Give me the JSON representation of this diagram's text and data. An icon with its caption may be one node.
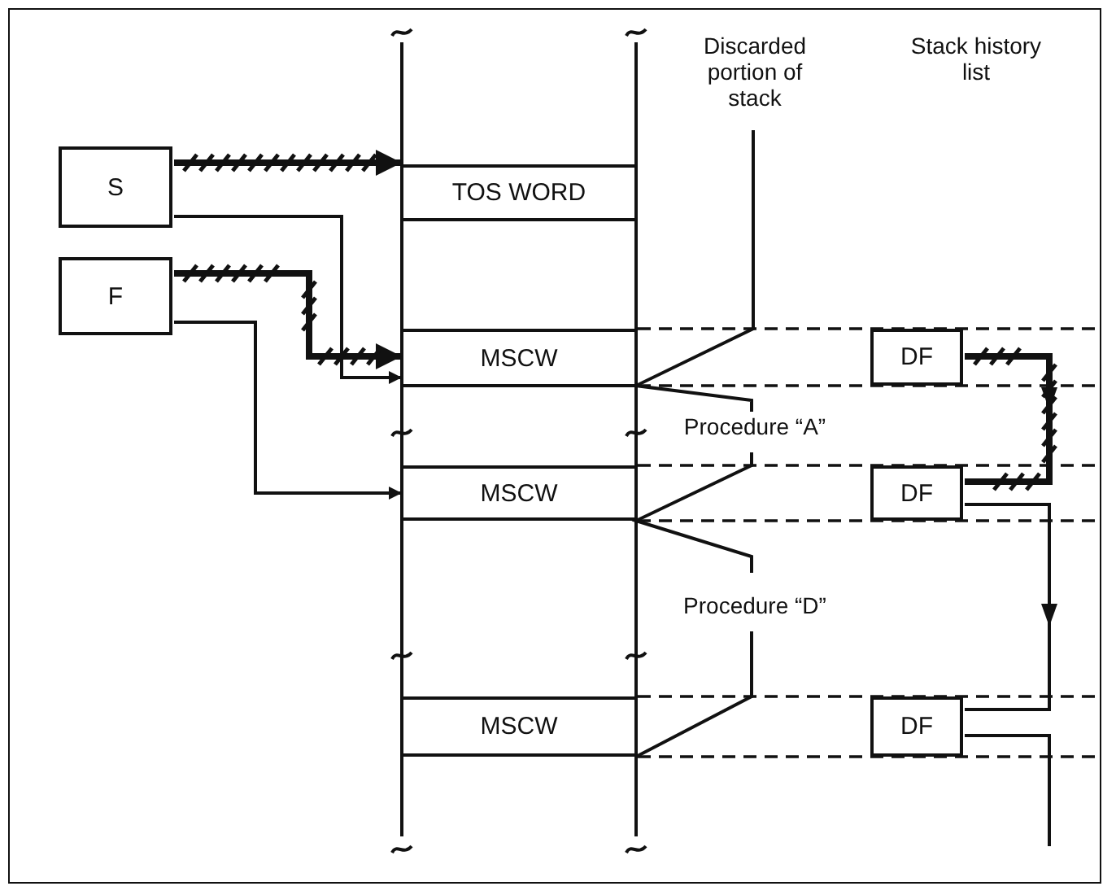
{
  "diagram": {
    "nodes": [
      {
        "text": [
          "S"
        ]
      },
      {
        "text": [
          "F"
        ]
      },
      {
        "text": [
          "TOS WORD"
        ]
      },
      {
        "text": [
          "MSCW"
        ]
      },
      {
        "text": [
          "MSCW"
        ]
      },
      {
        "text": [
          "MSCW"
        ]
      },
      {
        "text": [
          "DF"
        ]
      },
      {
        "text": [
          "DF"
        ]
      },
      {
        "text": [
          "DF"
        ]
      }
    ],
    "edges": [
      {
        "from": 0,
        "to": 2,
        "arrow": "to",
        "style": "thick"
      },
      {
        "from": 0,
        "to": 3,
        "arrow": "to"
      },
      {
        "from": 1,
        "to": 3,
        "arrow": "to",
        "style": "thick"
      },
      {
        "from": 1,
        "to": 4,
        "arrow": "to"
      },
      {
        "from": 6,
        "to": 7,
        "arrow": "to",
        "style": "thick"
      },
      {
        "from": 7,
        "to": 8,
        "arrow": "to"
      },
      {
        "from": 8,
        "to": null,
        "arrow": "none"
      }
    ],
    "labels": [
      "Discarded portion of stack",
      "Stack history list",
      "Procedure “A”",
      "Procedure “D”"
    ]
  }
}
